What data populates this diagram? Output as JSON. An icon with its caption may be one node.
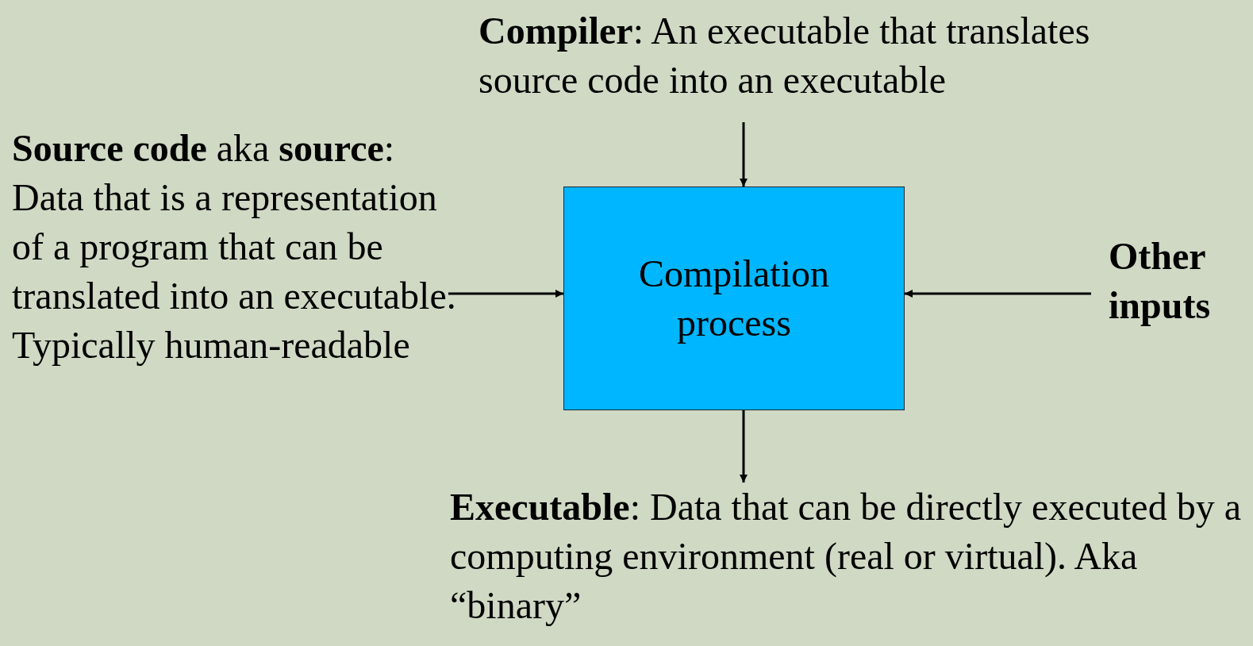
{
  "diagram": {
    "nodes": [
      {
        "text": [
          "**Compiler**: An executable that translates source code into an executable"
        ]
      },
      {
        "text": [
          "**Source code** aka **source**: Data that is a representation of a program that can be translated into an executable. Typically human-readable"
        ]
      },
      {
        "text": [
          "Compilation process"
        ]
      },
      {
        "text": [
          "Other inputs"
        ]
      },
      {
        "text": [
          "**Executable**: Data that can be directly executed by a computing environment (real or virtual). Aka “binary”"
        ]
      }
    ],
    "edges": [
      {
        "from": 0,
        "to": 2,
        "arrow": "to"
      },
      {
        "from": 1,
        "to": 2,
        "arrow": "to"
      },
      {
        "from": 3,
        "to": 2,
        "arrow": "to"
      },
      {
        "from": 2,
        "to": 4,
        "arrow": "to"
      }
    ]
  }
}
